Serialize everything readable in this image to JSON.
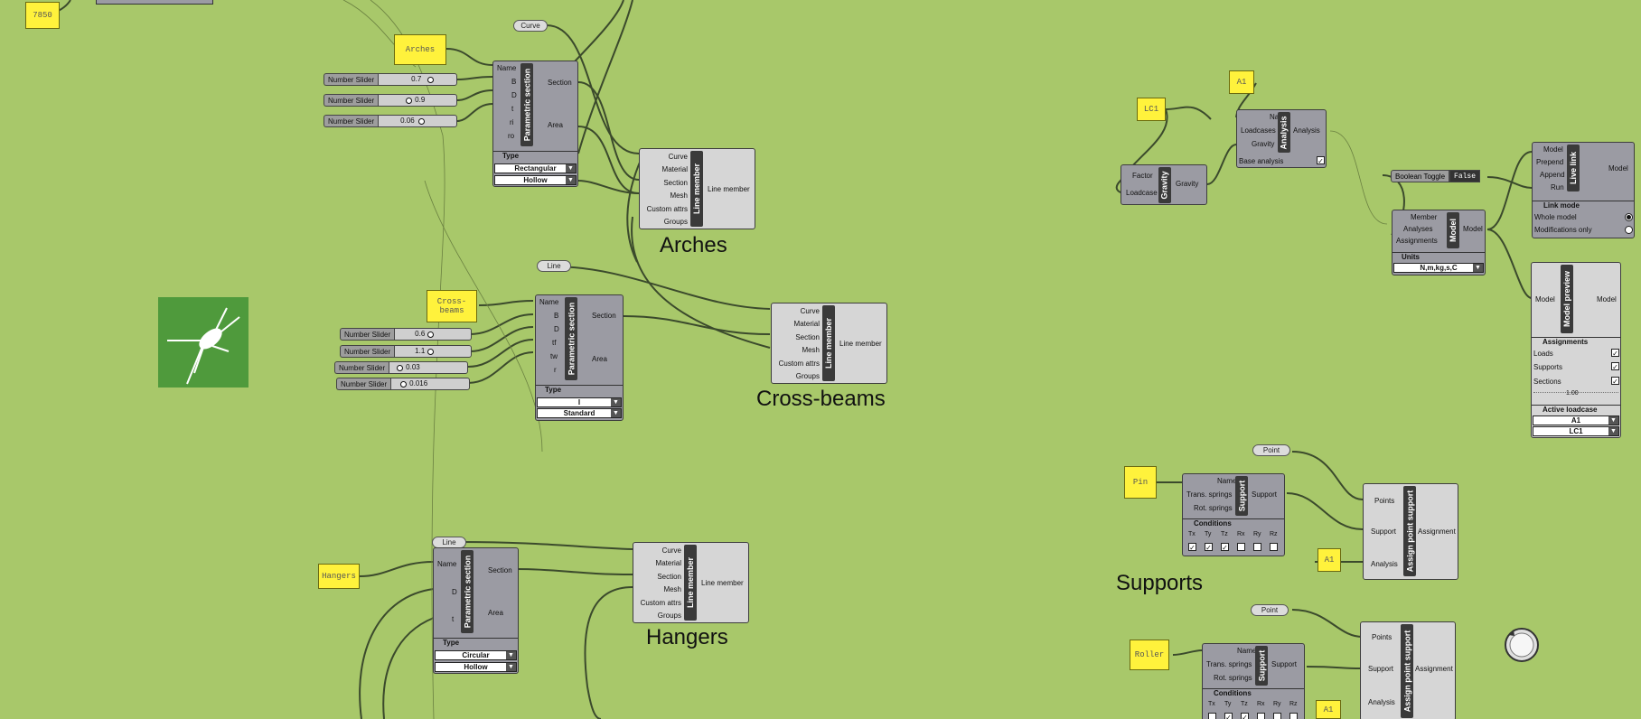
{
  "yellow_panels": {
    "p7850": "7850",
    "arches": "Arches",
    "cross_beams": "Cross-\nbeams",
    "hangers": "Hangers",
    "lc1": "LC1",
    "a1_top": "A1",
    "pin": "Pin",
    "a1_mid": "A1",
    "roller": "Roller",
    "a1_bot": "A1"
  },
  "pills": {
    "curve": "Curve",
    "line1": "Line",
    "line2": "Line",
    "point1": "Point",
    "point2": "Point"
  },
  "sliders": {
    "label": "Number Slider",
    "values": [
      "0.7",
      "0.9",
      "0.06",
      "0.6",
      "1.1",
      "0.03",
      "0.016"
    ]
  },
  "param_section": {
    "title": "Parametric section",
    "output_section": "Section",
    "output_area": "Area",
    "type_label": "Type",
    "inputs_arch": [
      "Name",
      "B",
      "D",
      "t",
      "ri",
      "ro"
    ],
    "inputs_cross": [
      "Name",
      "B",
      "D",
      "tf",
      "tw",
      "r"
    ],
    "inputs_hanger": [
      "Name",
      "D",
      "t"
    ],
    "arch_dd": [
      "Rectangular",
      "Hollow"
    ],
    "cross_dd": [
      "I",
      "Standard"
    ],
    "hanger_dd": [
      "Circular",
      "Hollow"
    ]
  },
  "line_member": {
    "title": "Line member",
    "inputs": [
      "Curve",
      "Material",
      "Section",
      "Mesh",
      "Custom attrs",
      "Groups"
    ],
    "output": "Line member"
  },
  "group_labels": {
    "arches": "Arches",
    "cross_beams": "Cross-beams",
    "hangers": "Hangers",
    "supports": "Supports"
  },
  "gravity": {
    "title": "Gravity",
    "inputs": [
      "Factor",
      "Loadcase"
    ],
    "output": "Gravity"
  },
  "analysis": {
    "title": "Analysis",
    "inputs": [
      "Name",
      "Loadcases",
      "Gravity"
    ],
    "output": "Analysis",
    "base_analysis": "Base analysis"
  },
  "model": {
    "title": "Model",
    "inputs": [
      "Member",
      "Analyses",
      "Assignments"
    ],
    "output": "Model",
    "units_label": "Units",
    "units_value": "N,m,kg,s,C"
  },
  "boolean_toggle": {
    "label": "Boolean Toggle",
    "value": "False"
  },
  "live_link": {
    "title": "Live link",
    "inputs": [
      "Model",
      "Prepend",
      "Append",
      "Run"
    ],
    "output": "Model",
    "mode_label": "Link mode",
    "modes": [
      "Whole model",
      "Modifications only"
    ],
    "selected_mode": "Whole model"
  },
  "model_preview": {
    "title": "Model preview",
    "input": "Model",
    "output": "Model",
    "assign_label": "Assignments",
    "checks": [
      "Loads",
      "Supports",
      "Sections"
    ],
    "slider_value": "1.00",
    "loadcase_label": "Active loadcase",
    "loadcases": [
      "A1",
      "LC1"
    ]
  },
  "support": {
    "title": "Support",
    "inputs": [
      "Name",
      "Trans. springs",
      "Rot. springs"
    ],
    "output": "Support",
    "conditions_label": "Conditions",
    "dofs": [
      "Tx",
      "Ty",
      "Tz",
      "Rx",
      "Ry",
      "Rz"
    ],
    "pin_checks": [
      true,
      true,
      true,
      false,
      false,
      false
    ],
    "roller_checks": [
      false,
      true,
      true,
      false,
      false,
      false
    ]
  },
  "assign_support": {
    "title": "Assign point support",
    "inputs": [
      "Points",
      "Support",
      "Analysis"
    ],
    "output": "Assignment"
  },
  "colors": {
    "canvas": "#a8c86a",
    "component": "#9b9ba3",
    "panel": "#fff23c",
    "wire": "#3b4a2c",
    "logo_bg": "#4f9a3c"
  },
  "icons": [
    "grasshopper-logo-icon",
    "dropdown-arrow-icon",
    "checkbox-icon",
    "radio-icon",
    "navigation-dial-icon"
  ]
}
